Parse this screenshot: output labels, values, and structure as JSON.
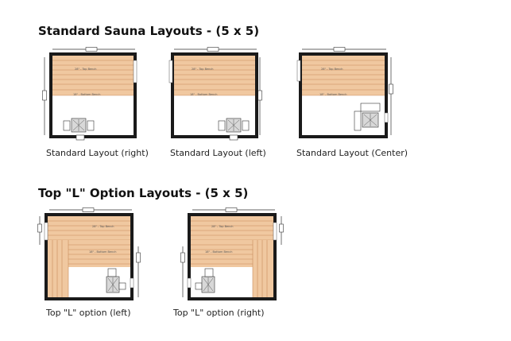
{
  "sections": [
    {
      "title": "Standard Sauna Layouts - (5 x 5)",
      "layouts": [
        {
          "caption": "Standard Layout (right)"
        },
        {
          "caption": "Standard Layout (left)"
        },
        {
          "caption": "Standard Layout (Center)"
        }
      ]
    },
    {
      "title": "Top \"L\" Option Layouts - (5 x 5)",
      "layouts": [
        {
          "caption": "Top \"L\"  option (left)"
        },
        {
          "caption": "Top \"L\"  option (right)"
        }
      ]
    }
  ],
  "colors": {
    "wall": "#1a1a1a",
    "bench": "#f0c8a0",
    "bench_line": "#c98a5a",
    "floor": "#ffffff",
    "heater": "#d8d8d8"
  }
}
